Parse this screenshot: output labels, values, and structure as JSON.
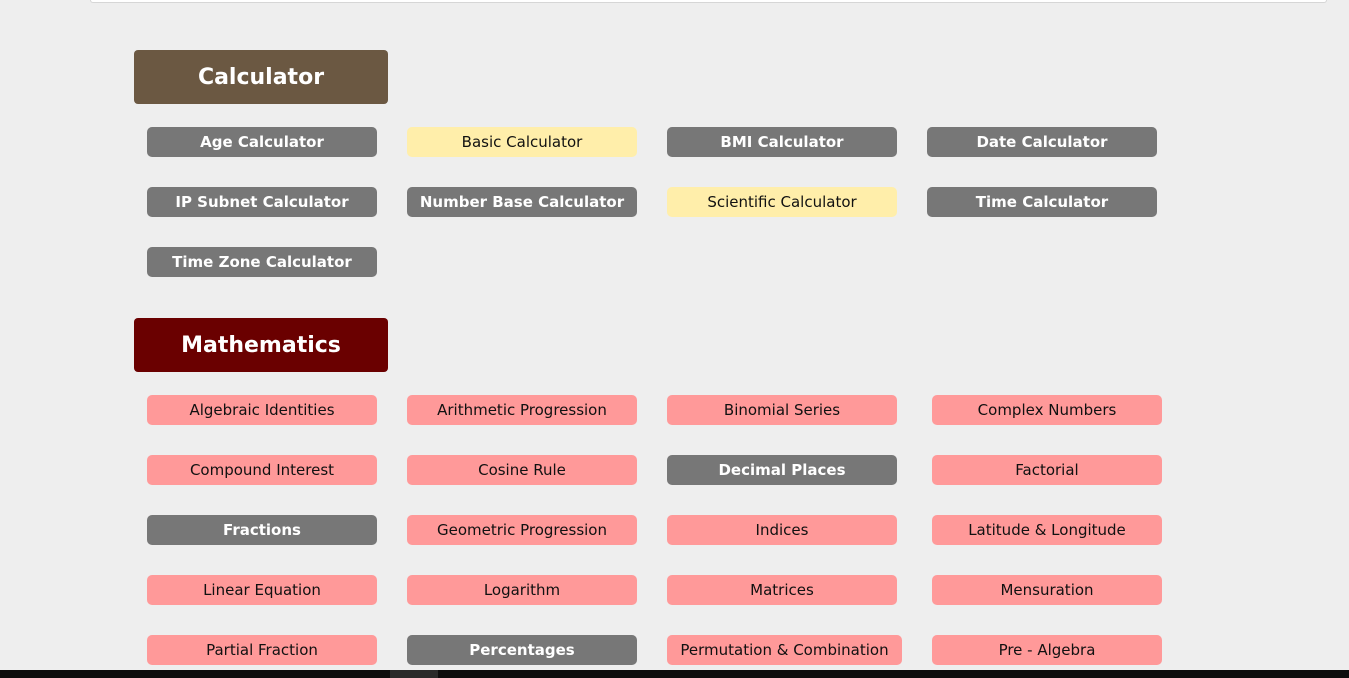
{
  "sections": [
    {
      "title": "Calculator",
      "items": [
        {
          "label": "Age Calculator",
          "style": "gray"
        },
        {
          "label": "Basic Calculator",
          "style": "yellow"
        },
        {
          "label": "BMI Calculator",
          "style": "gray"
        },
        {
          "label": "Date Calculator",
          "style": "gray"
        },
        {
          "label": "IP Subnet Calculator",
          "style": "gray"
        },
        {
          "label": "Number Base Calculator",
          "style": "gray"
        },
        {
          "label": "Scientific Calculator",
          "style": "yellow"
        },
        {
          "label": "Time Calculator",
          "style": "gray"
        },
        {
          "label": "Time Zone Calculator",
          "style": "gray"
        }
      ]
    },
    {
      "title": "Mathematics",
      "items": [
        {
          "label": "Algebraic Identities",
          "style": "pink"
        },
        {
          "label": "Arithmetic Progression",
          "style": "pink"
        },
        {
          "label": "Binomial Series",
          "style": "pink"
        },
        {
          "label": "Complex Numbers",
          "style": "pink"
        },
        {
          "label": "Compound Interest",
          "style": "pink"
        },
        {
          "label": "Cosine Rule",
          "style": "pink"
        },
        {
          "label": "Decimal Places",
          "style": "gray"
        },
        {
          "label": "Factorial",
          "style": "pink"
        },
        {
          "label": "Fractions",
          "style": "gray"
        },
        {
          "label": "Geometric Progression",
          "style": "pink"
        },
        {
          "label": "Indices",
          "style": "pink"
        },
        {
          "label": "Latitude & Longitude",
          "style": "pink"
        },
        {
          "label": "Linear Equation",
          "style": "pink"
        },
        {
          "label": "Logarithm",
          "style": "pink"
        },
        {
          "label": "Matrices",
          "style": "pink"
        },
        {
          "label": "Mensuration",
          "style": "pink"
        },
        {
          "label": "Partial Fraction",
          "style": "pink"
        },
        {
          "label": "Percentages",
          "style": "gray"
        },
        {
          "label": "Permutation & Combination",
          "style": "pink"
        },
        {
          "label": "Pre - Algebra",
          "style": "pink"
        }
      ]
    }
  ],
  "colors": {
    "page_background": "#eeeeee",
    "calculator_header": "#6b5842",
    "mathematics_header": "#6a0000",
    "gray_button": "#777777",
    "yellow_button": "#ffeeaa",
    "pink_button": "#ff9999"
  }
}
